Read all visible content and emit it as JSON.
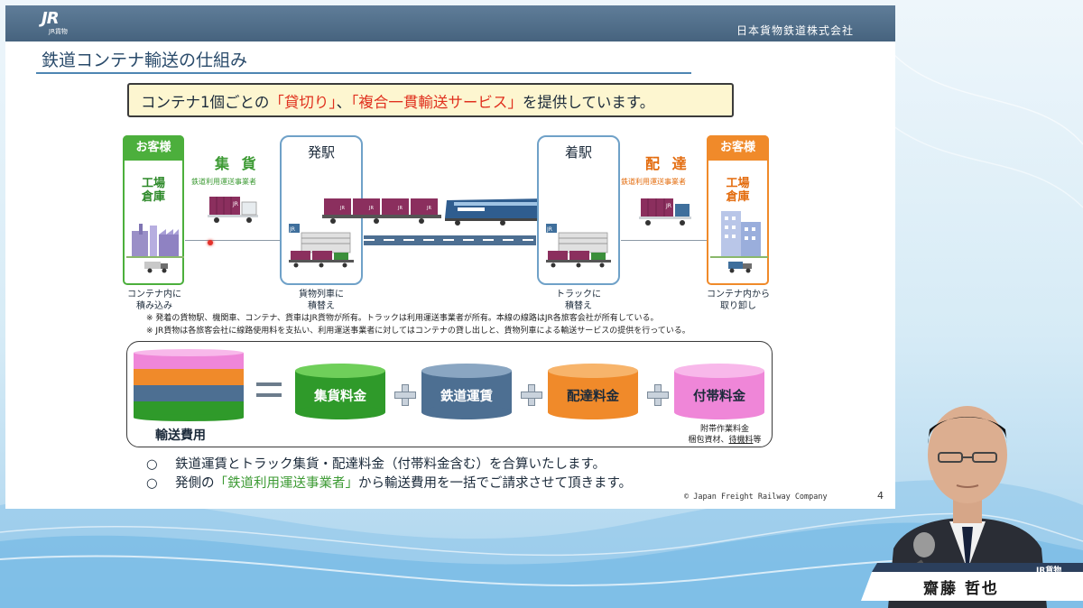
{
  "header": {
    "logo": "JR",
    "logo_sub": "JR貨物",
    "company": "日本貨物鉄道株式会社"
  },
  "slide": {
    "title": "鉄道コンテナ輸送の仕組み",
    "banner": {
      "prefix": "コンテナ1個ごとの",
      "highlight1": "「貸切り」",
      "sep": "、",
      "highlight2": "「複合一貫輸送サービス」",
      "suffix": "を提供しています。"
    },
    "flow": {
      "customer_left": {
        "label": "お客様",
        "facility": [
          "工場",
          "倉庫"
        ],
        "caption": [
          "コンテナ内に",
          "積み込み"
        ]
      },
      "pickup": {
        "title": "集 貨",
        "sub": "鉄道利用運送事業者"
      },
      "departure": {
        "label": "発駅",
        "caption": [
          "貨物列車に",
          "積替え"
        ]
      },
      "arrival": {
        "label": "着駅",
        "caption": [
          "トラックに",
          "積替え"
        ]
      },
      "delivery": {
        "title": "配 達",
        "sub": "鉄道利用運送事業者"
      },
      "customer_right": {
        "label": "お客様",
        "facility": [
          "工場",
          "倉庫"
        ],
        "caption": [
          "コンテナ内から",
          "取り卸し"
        ]
      }
    },
    "notes": [
      "※ 発着の貨物駅、機関車、コンテナ、貨車はJR貨物が所有。トラックは利用運送事業者が所有。本線の線路はJR各旅客会社が所有している。",
      "※ JR貨物は各旅客会社に線路使用料を支払い、利用運送事業者に対してはコンテナの貸し出しと、貨物列車による輸送サービスの提供を行っている。"
    ],
    "cost": {
      "total_label": "輸送費用",
      "items": [
        {
          "label": "集貨料金",
          "color": "#2f9a2a",
          "top": "#6fcf5a"
        },
        {
          "label": "鉄道運賃",
          "color": "#4d6f92",
          "top": "#8aa6c2"
        },
        {
          "label": "配達料金",
          "color": "#f08a2a",
          "top": "#f7b46b"
        },
        {
          "label": "付帯料金",
          "color": "#ef86d8",
          "top": "#f8b8ea"
        }
      ],
      "extra_note": [
        "附帯作業料金",
        "梱包資材、",
        "待機料",
        "等"
      ]
    },
    "bullets": [
      {
        "mark": "○",
        "text": "鉄道運賃とトラック集貨・配達料金（付帯料金含む）を合算いたします。"
      },
      {
        "mark": "○",
        "pre": "発側の",
        "highlight": "「鉄道利用運送事業者」",
        "post": "から輸送費用を一括でご請求させて頂きます。"
      }
    ],
    "copyright": "© Japan Freight Railway Company",
    "page": "4"
  },
  "speaker": {
    "org": "JR貨物",
    "name": "齋藤 哲也"
  }
}
